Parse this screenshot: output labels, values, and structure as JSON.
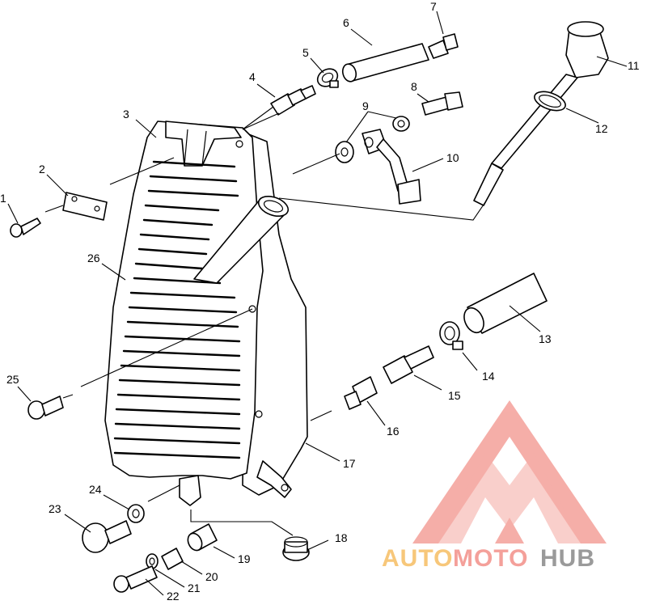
{
  "diagram": {
    "callouts": [
      {
        "id": "c1",
        "label": "1"
      },
      {
        "id": "c2",
        "label": "2"
      },
      {
        "id": "c3",
        "label": "3"
      },
      {
        "id": "c4",
        "label": "4"
      },
      {
        "id": "c5",
        "label": "5"
      },
      {
        "id": "c6",
        "label": "6"
      },
      {
        "id": "c7",
        "label": "7"
      },
      {
        "id": "c8",
        "label": "8"
      },
      {
        "id": "c9",
        "label": "9"
      },
      {
        "id": "c10",
        "label": "10"
      },
      {
        "id": "c11",
        "label": "11"
      },
      {
        "id": "c12",
        "label": "12"
      },
      {
        "id": "c13",
        "label": "13"
      },
      {
        "id": "c14",
        "label": "14"
      },
      {
        "id": "c15",
        "label": "15"
      },
      {
        "id": "c16",
        "label": "16"
      },
      {
        "id": "c17",
        "label": "17"
      },
      {
        "id": "c18",
        "label": "18"
      },
      {
        "id": "c19",
        "label": "19"
      },
      {
        "id": "c20",
        "label": "20"
      },
      {
        "id": "c21",
        "label": "21"
      },
      {
        "id": "c22",
        "label": "22"
      },
      {
        "id": "c23",
        "label": "23"
      },
      {
        "id": "c24",
        "label": "24"
      },
      {
        "id": "c25",
        "label": "25"
      },
      {
        "id": "c26",
        "label": "26"
      }
    ]
  },
  "watermark": {
    "word_auto": "AUTO",
    "word_moto": "MOTO",
    "word_hub": "HUB",
    "colors": {
      "accent": "#f4a09a",
      "auto": "#f7c77a",
      "moto": "#f4a09a",
      "hub": "#9a9a9a"
    }
  }
}
